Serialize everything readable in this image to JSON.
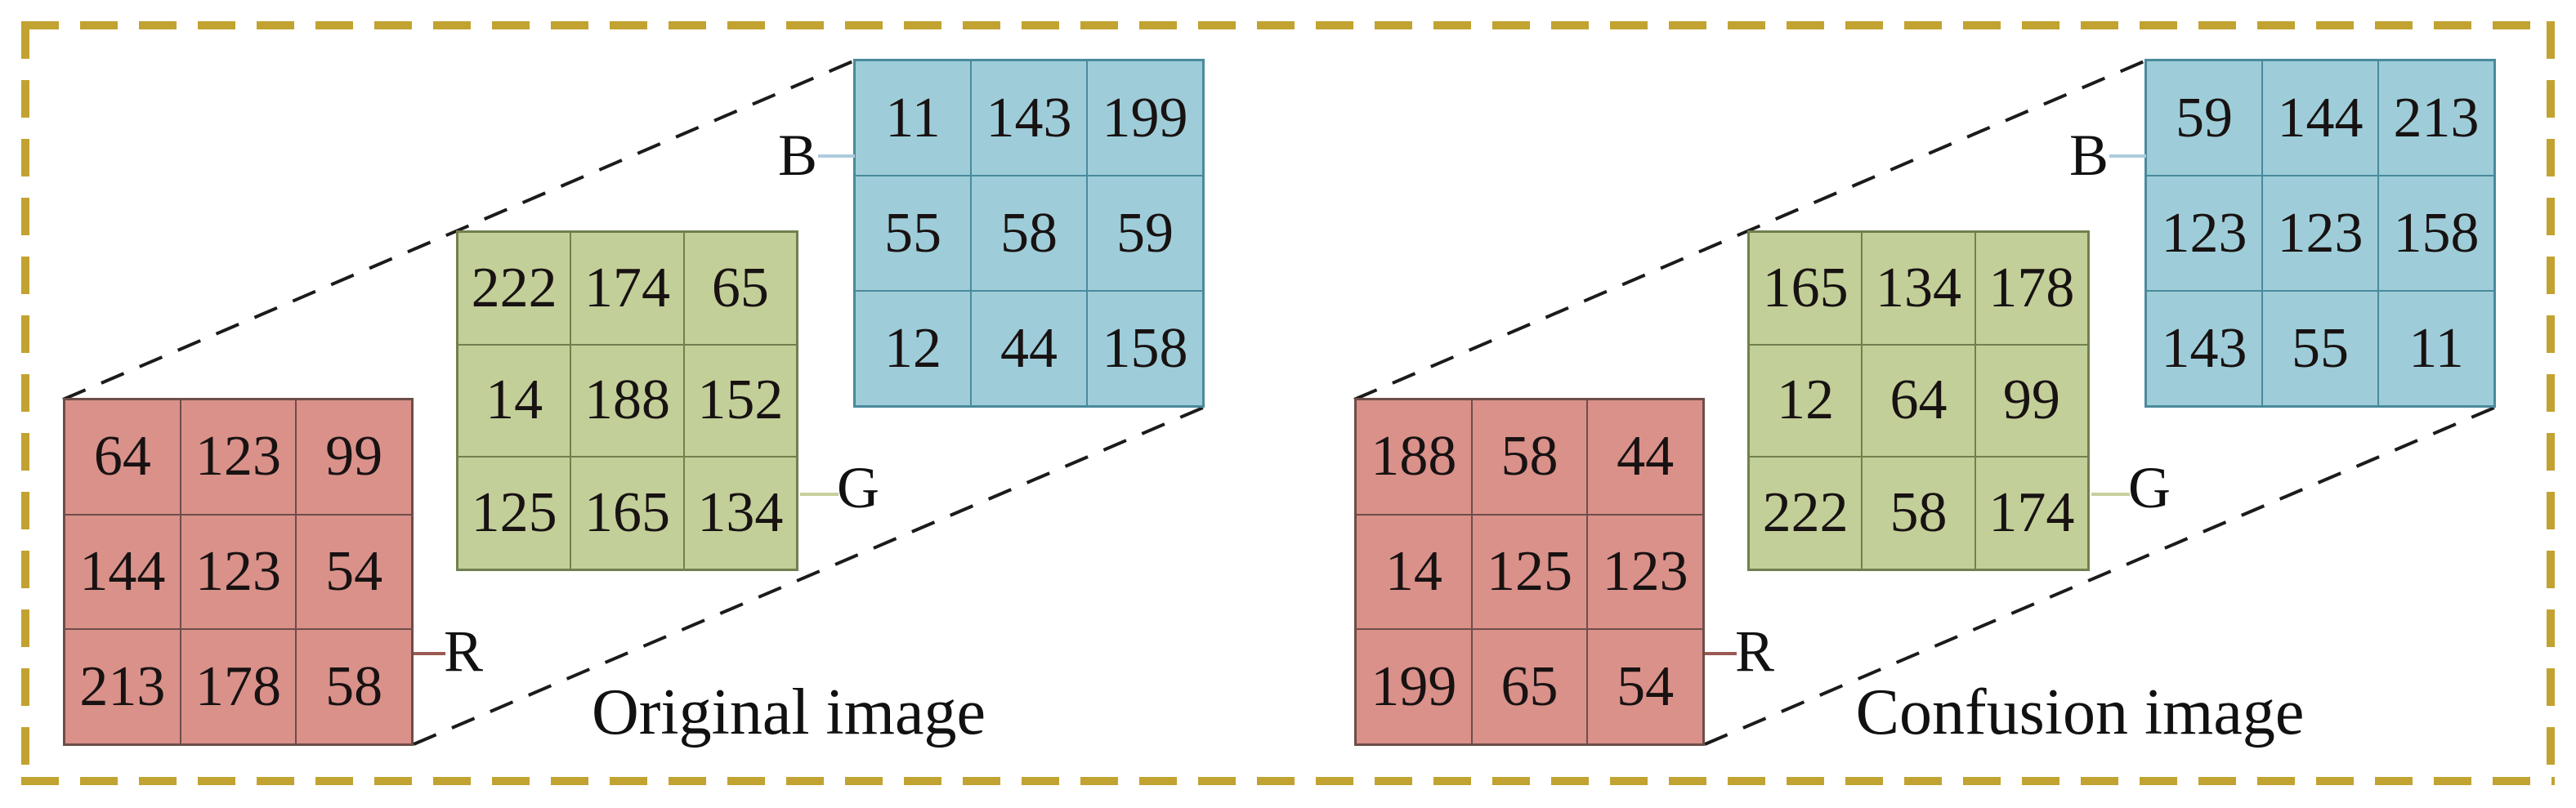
{
  "panels": {
    "original": {
      "caption": "Original image",
      "r": {
        "label": "R",
        "rows": [
          [
            64,
            123,
            99
          ],
          [
            144,
            123,
            54
          ],
          [
            213,
            178,
            58
          ]
        ]
      },
      "g": {
        "label": "G",
        "rows": [
          [
            222,
            174,
            65
          ],
          [
            14,
            188,
            152
          ],
          [
            125,
            165,
            134
          ]
        ]
      },
      "b": {
        "label": "B",
        "rows": [
          [
            11,
            143,
            199
          ],
          [
            55,
            58,
            59
          ],
          [
            12,
            44,
            158
          ]
        ]
      }
    },
    "confusion": {
      "caption": "Confusion image",
      "r": {
        "label": "R",
        "rows": [
          [
            188,
            58,
            44
          ],
          [
            14,
            125,
            123
          ],
          [
            199,
            65,
            54
          ]
        ]
      },
      "g": {
        "label": "G",
        "rows": [
          [
            165,
            134,
            178
          ],
          [
            12,
            64,
            99
          ],
          [
            222,
            58,
            174
          ]
        ]
      },
      "b": {
        "label": "B",
        "rows": [
          [
            59,
            144,
            213
          ],
          [
            123,
            123,
            158
          ],
          [
            143,
            55,
            11
          ]
        ]
      }
    }
  },
  "colors": {
    "frame": "#c2a331",
    "red_fill": "#d9918a",
    "red_line": "#6e4d48",
    "green_fill": "#c2cf98",
    "green_line": "#71804f",
    "blue_fill": "#9ecdd9",
    "blue_line": "#4a8a9c",
    "conn_r": "#9a5a52",
    "conn_g": "#c9cf9d",
    "conn_b": "#aecbdd",
    "ink": "#151515"
  }
}
